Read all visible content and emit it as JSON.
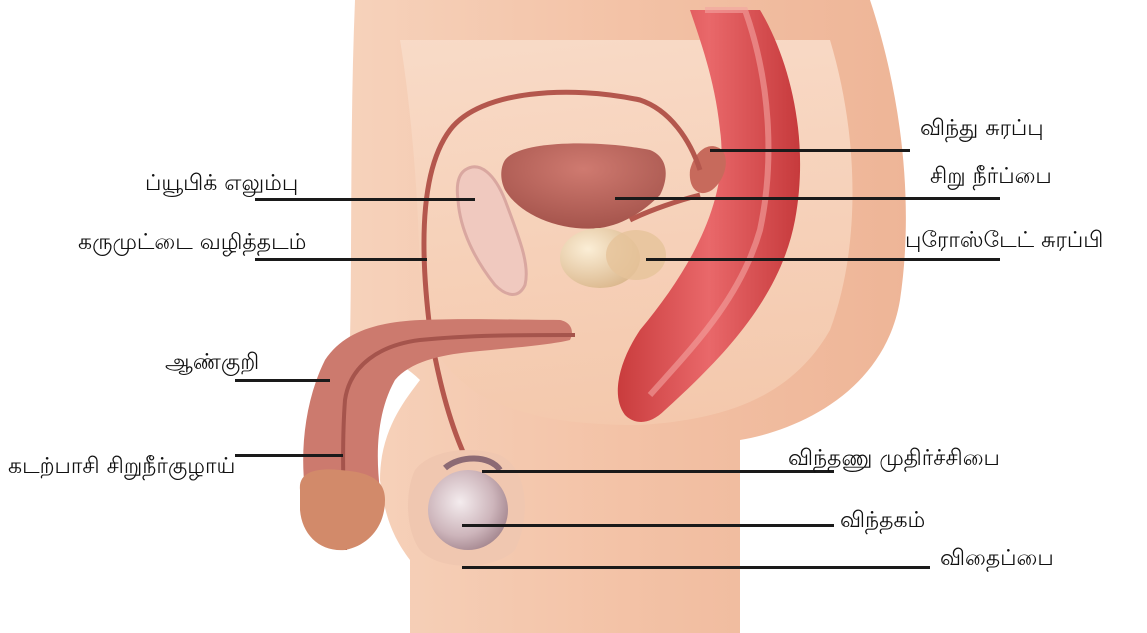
{
  "diagram": {
    "labels": {
      "seminal_vesicle": "விந்து சுரப்பு",
      "urinary_bladder": "சிறு நீர்ப்பை",
      "prostate_gland": "புரோஸ்டேட் சுரப்பி",
      "pubic_bone": "ப்யூபிக் எலும்பு",
      "vas_deferens": "கருமுட்டை வழித்தடம்",
      "penis": "ஆண்குறி",
      "urethra": "கடற்பாசி சிறுநீர்குழாய்",
      "epididymis": "விந்தணு முதிர்ச்சிபை",
      "testis": "விந்தகம்",
      "scrotum": "விதைப்பை"
    },
    "colors": {
      "skin": "#f3c6a8",
      "skin_light": "#f8dcc7",
      "skin_dark": "#e8a888",
      "muscle": "#d9484a",
      "bladder": "#b8625a",
      "tube": "#b4574d",
      "prostate": "#f0d8b0",
      "testis": "#cbb6bc"
    }
  }
}
